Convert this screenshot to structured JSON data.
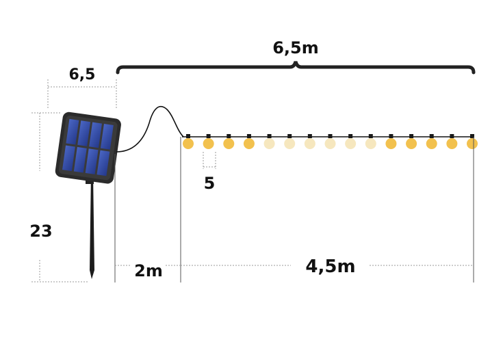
{
  "dimensions": {
    "total_length": "6,5m",
    "panel_width": "6,5",
    "stake_height": "23",
    "bulb_spacing": "5",
    "lead_cable": "2m",
    "lit_length": "4,5m"
  },
  "bulbs": {
    "count": 15,
    "states": [
      "on",
      "on",
      "on",
      "on",
      "off",
      "off",
      "off",
      "off",
      "off",
      "off",
      "on",
      "on",
      "on",
      "on",
      "on"
    ]
  },
  "colors": {
    "bulb_on": "#F2C14E",
    "bulb_off": "#F6E7BE",
    "cap": "#1a1a1a",
    "wire": "#111111",
    "panel_frame": "#2b2b2b",
    "panel_cell": "#2f4aa6"
  }
}
